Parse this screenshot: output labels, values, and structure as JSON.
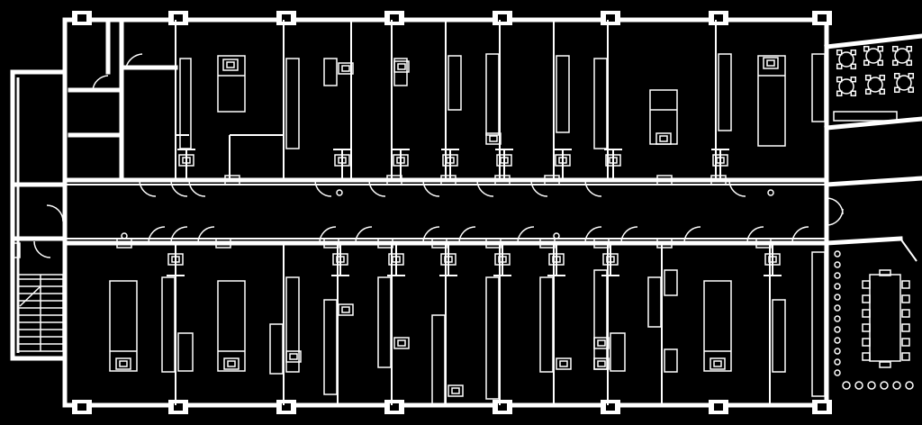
{
  "diagram": {
    "type": "floor-plan",
    "colors": {
      "background": "#000000",
      "line": "#ffffff"
    },
    "wing": {
      "label": "",
      "north_labs": 10,
      "south_labs": 10
    },
    "north_labs": [
      {
        "id": "N1",
        "benches": "island"
      },
      {
        "id": "N2",
        "benches": "wall"
      },
      {
        "id": "N3",
        "benches": "wall"
      },
      {
        "id": "N4",
        "benches": "wall"
      },
      {
        "id": "N5",
        "benches": "wall"
      },
      {
        "id": "N6",
        "benches": "wall"
      },
      {
        "id": "N7",
        "benches": "wall"
      },
      {
        "id": "N8",
        "benches": "island"
      },
      {
        "id": "N9",
        "benches": "island"
      }
    ],
    "south_labs": [
      {
        "id": "S1",
        "benches": "island"
      },
      {
        "id": "S2",
        "benches": "island"
      },
      {
        "id": "S3",
        "benches": "wall"
      },
      {
        "id": "S4",
        "benches": "wall"
      },
      {
        "id": "S5",
        "benches": "wall"
      },
      {
        "id": "S6",
        "benches": "wall"
      },
      {
        "id": "S7",
        "benches": "wall"
      },
      {
        "id": "S8",
        "benches": "wall"
      },
      {
        "id": "S9",
        "benches": "wall"
      },
      {
        "id": "S10",
        "benches": "island"
      }
    ],
    "support": {
      "stair": "west-stair",
      "lounge": "north-east-lounge",
      "conference": "south-east-conference"
    }
  }
}
